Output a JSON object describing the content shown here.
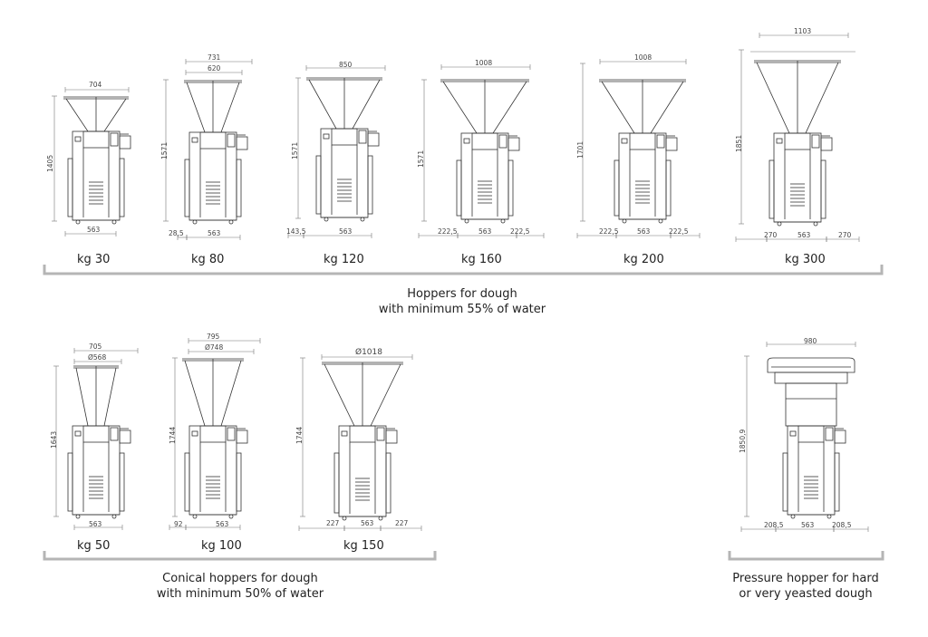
{
  "groups": [
    {
      "caption_line1": "Hoppers for dough",
      "caption_line2": "with minimum 55% of water",
      "machines": [
        {
          "label": "kg 30",
          "height": "1405",
          "top_width": "704",
          "base": "563"
        },
        {
          "label": "kg 80",
          "height": "1571",
          "overall_width": "731",
          "top_width": "620",
          "base": "563",
          "offset": "28,5"
        },
        {
          "label": "kg 120",
          "height": "1571",
          "top_width": "850",
          "base": "563",
          "offset": "143,5"
        },
        {
          "label": "kg 160",
          "height": "1571",
          "top_width": "1008",
          "base": "563",
          "side_left": "222,5",
          "side_right": "222,5"
        },
        {
          "label": "kg 200",
          "height": "1701",
          "top_width": "1008",
          "base": "563",
          "side_left": "222,5",
          "side_right": "222,5"
        },
        {
          "label": "kg 300",
          "height": "1851",
          "top_width": "1103",
          "base": "563",
          "side_left": "270",
          "side_right": "270"
        }
      ]
    },
    {
      "caption_line1": "Conical hoppers for dough",
      "caption_line2": "with minimum 50% of water",
      "machines": [
        {
          "label": "kg 50",
          "height": "1643",
          "overall_width": "705",
          "diameter": "Ø568",
          "base": "563"
        },
        {
          "label": "kg 100",
          "height": "1744",
          "overall_width": "795",
          "diameter": "Ø748",
          "base": "563",
          "offset": "92"
        },
        {
          "label": "kg 150",
          "height": "1744",
          "diameter": "Ø1018",
          "base": "563",
          "side_left": "227",
          "side_right": "227"
        }
      ]
    },
    {
      "caption_line1": "Pressure hopper for hard",
      "caption_line2": "or very yeasted dough",
      "machines": [
        {
          "label": "",
          "height": "1850,9",
          "top_width": "980",
          "base": "563",
          "side_left": "208,5",
          "side_right": "208,5"
        }
      ]
    }
  ]
}
